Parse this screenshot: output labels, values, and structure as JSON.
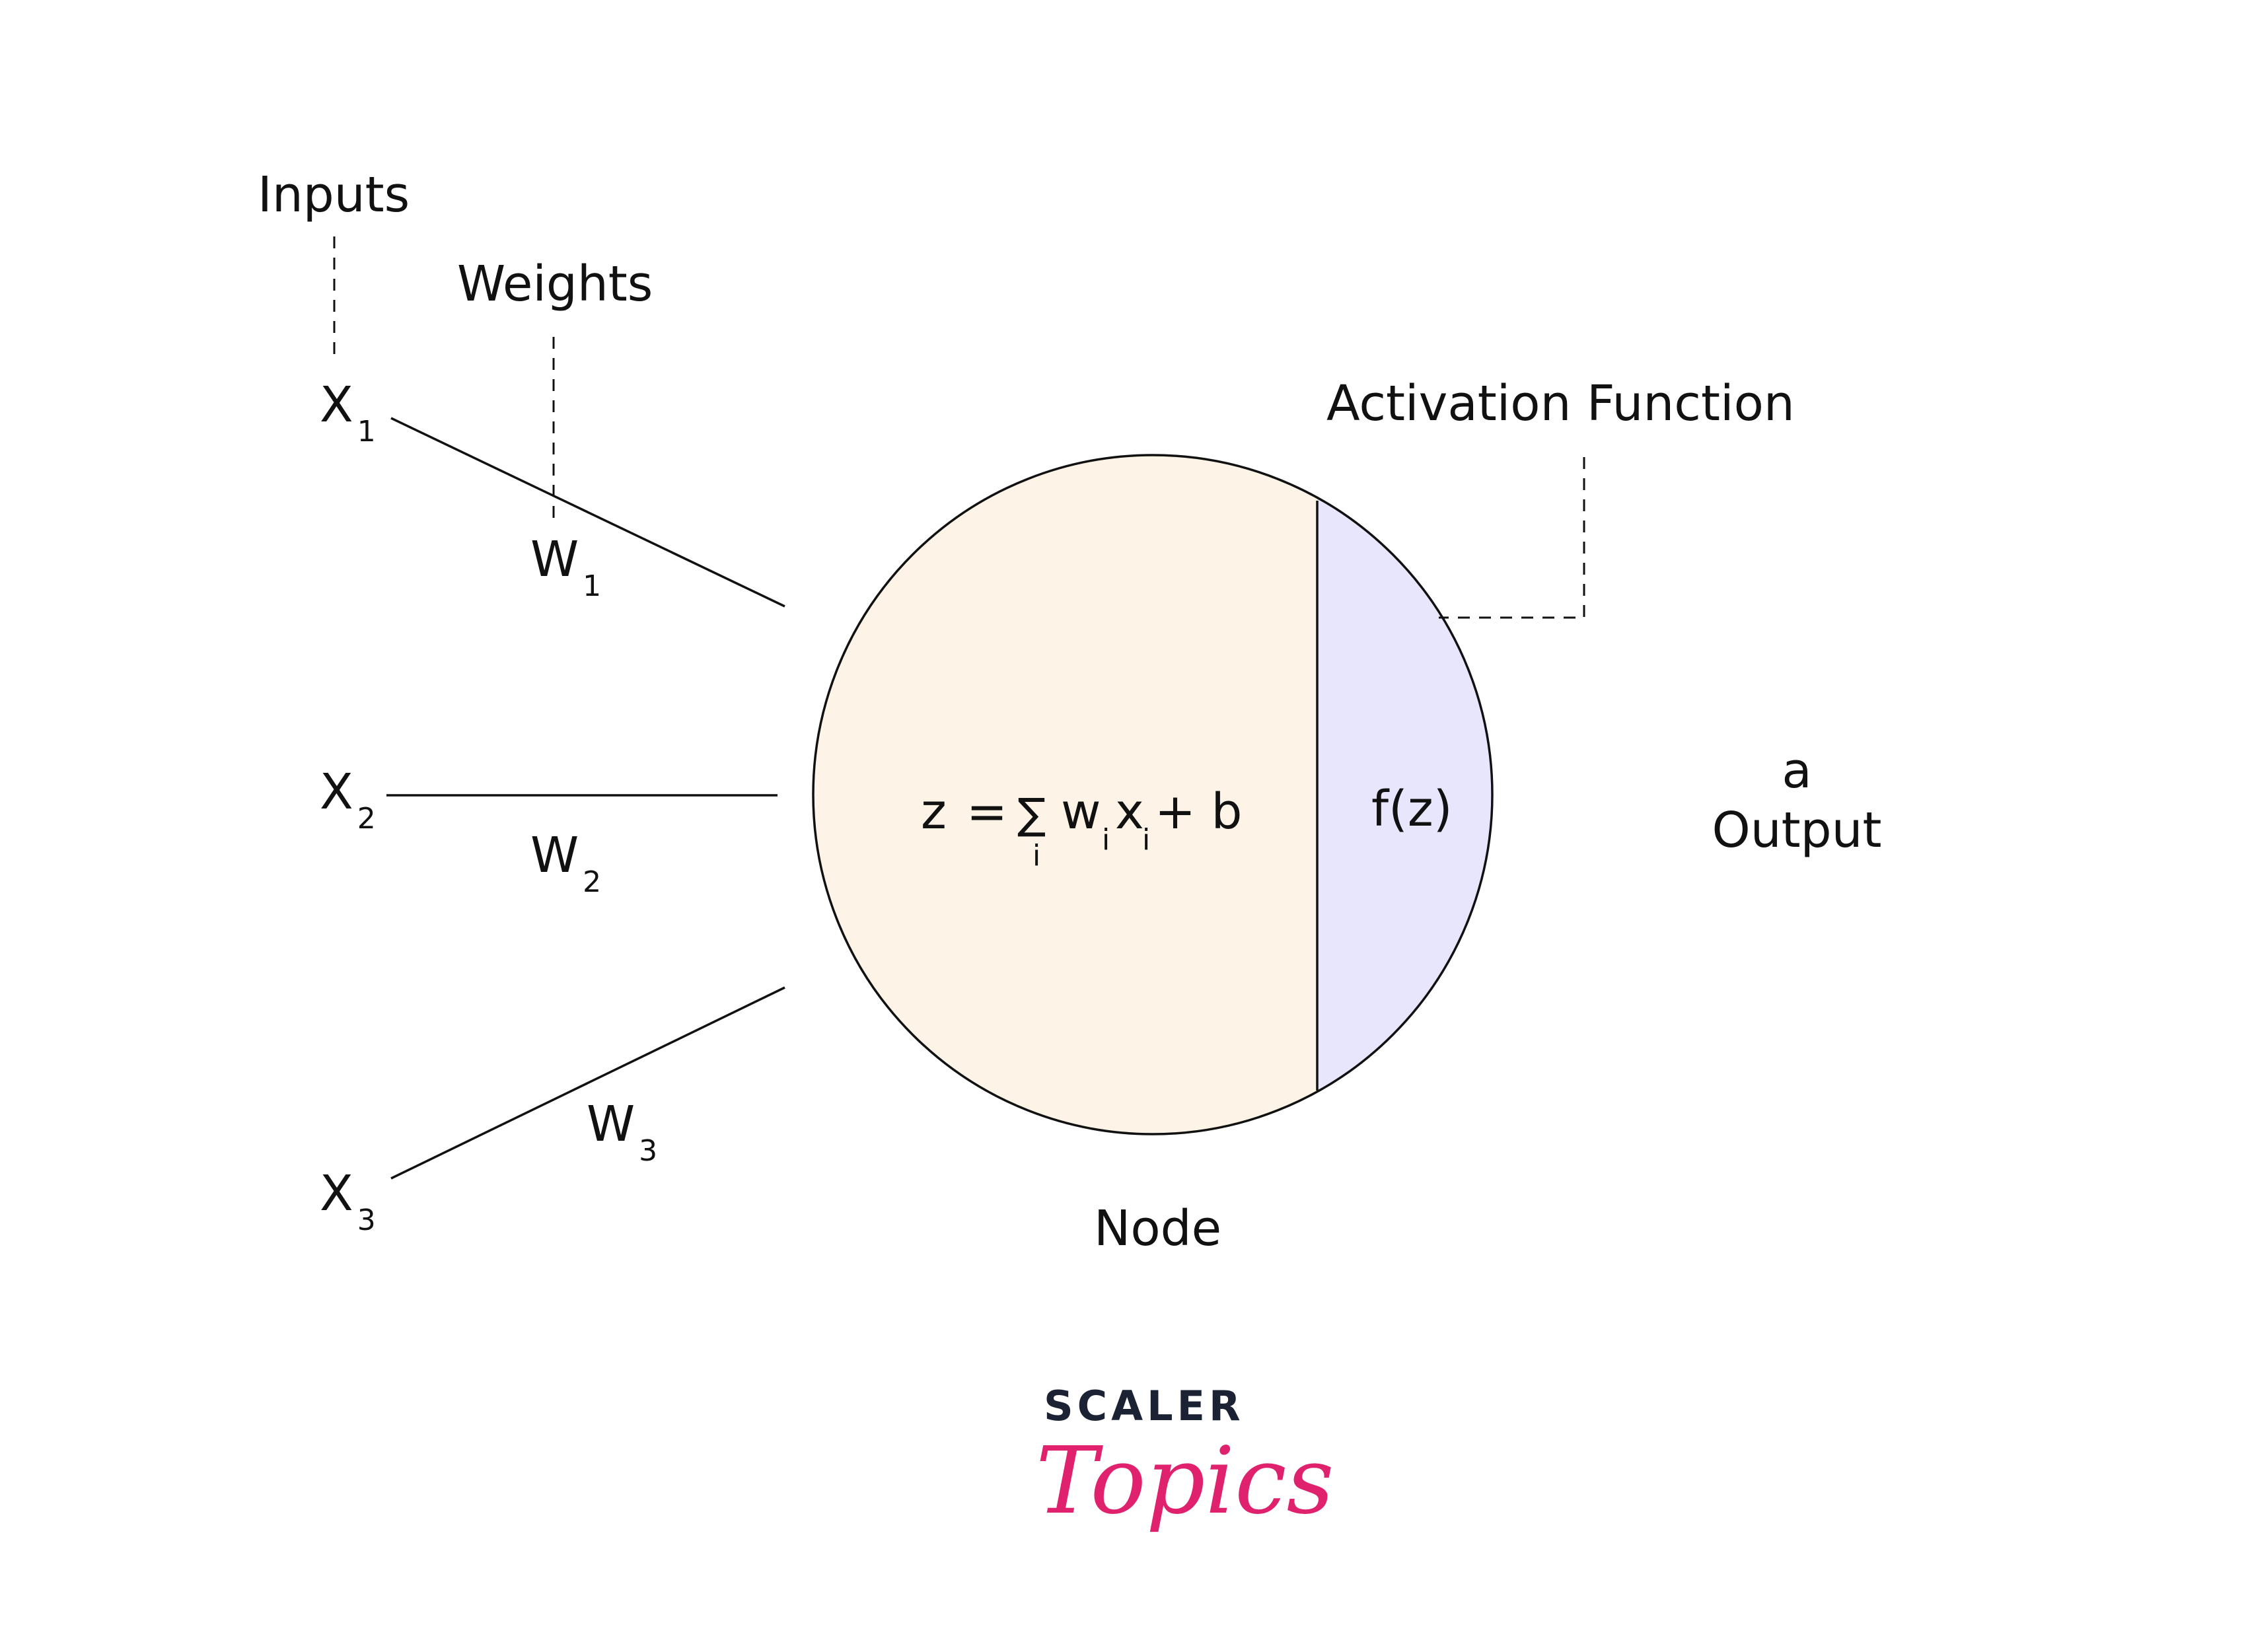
{
  "labels": {
    "inputs": "Inputs",
    "weights": "Weights",
    "activation_function": "Activation Function",
    "node": "Node",
    "output_symbol": "a",
    "output": "Output"
  },
  "inputs": [
    {
      "name": "X",
      "sub": "1"
    },
    {
      "name": "X",
      "sub": "2"
    },
    {
      "name": "X",
      "sub": "3"
    }
  ],
  "weights": [
    {
      "name": "W",
      "sub": "1"
    },
    {
      "name": "W",
      "sub": "2"
    },
    {
      "name": "W",
      "sub": "3"
    }
  ],
  "formula": {
    "lhs": "z",
    "eq": "=",
    "sigma": "∑",
    "sigma_sub": "i",
    "w": "w",
    "w_sub": "i",
    "x": "x",
    "x_sub": "i",
    "tail": "+ b"
  },
  "activation": "f(z)",
  "logo": {
    "line1": "SCALER",
    "line2": "Topics",
    "color_dark": "#1b2234",
    "color_accent": "#e0226e"
  },
  "colors": {
    "summation_fill": "#fdf4e7",
    "activation_fill": "#e7e6fd",
    "stroke": "#111111"
  }
}
